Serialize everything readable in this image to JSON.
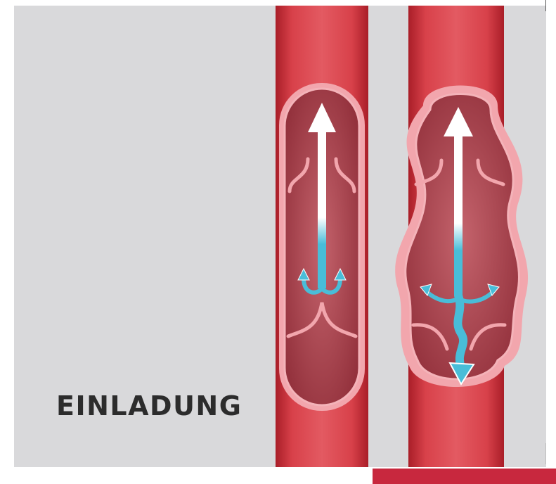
{
  "invitation": {
    "headline": "EINLADUNG"
  },
  "colors": {
    "panel_background": "#d9d9db",
    "vein_wall": "#c42b35",
    "vein_inner": "#a7454f",
    "valve_tissue": "#ea8f98",
    "flow_arrow": "#ffffff",
    "reflux_flow": "#49bdd8",
    "accent_bar": "#c8283e",
    "headline_text": "#2c2c2c"
  },
  "illustration": {
    "subject": "vein-valves",
    "panels": [
      {
        "name": "healthy-vein",
        "valve_state": "closed"
      },
      {
        "name": "varicose-vein",
        "valve_state": "insufficient"
      }
    ]
  }
}
